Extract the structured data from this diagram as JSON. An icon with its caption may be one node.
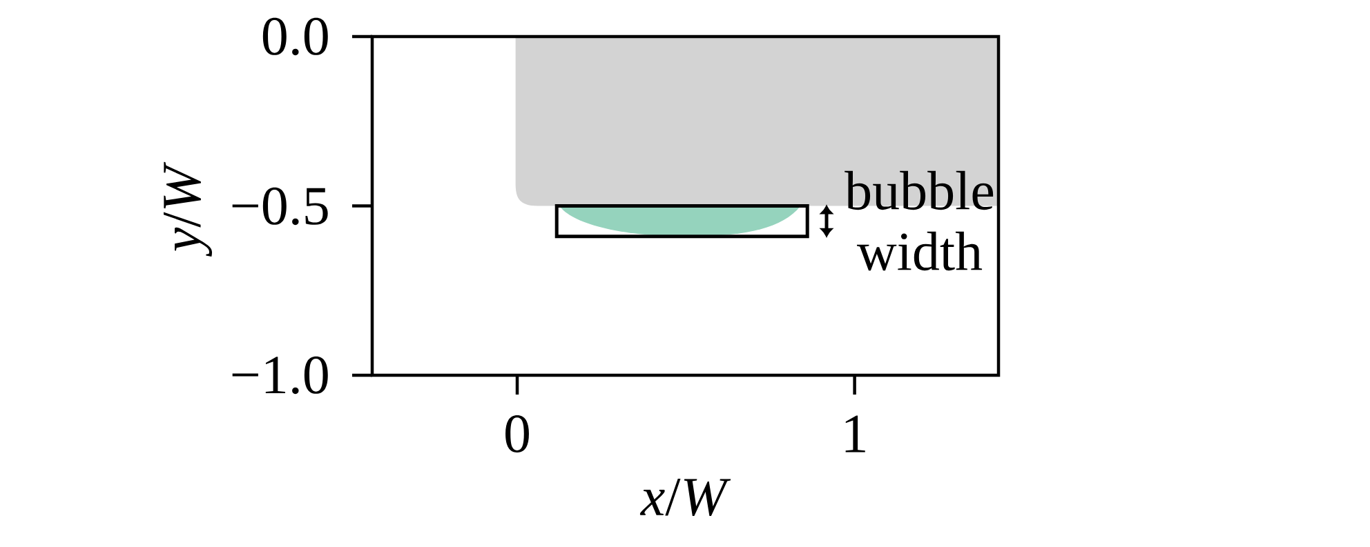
{
  "diagram": {
    "labels": [
      "0.0",
      "*y*/*W*",
      "−0.5",
      "bubble width",
      "−1.0",
      "0",
      "1",
      "*x*/*W*"
    ]
  }
}
